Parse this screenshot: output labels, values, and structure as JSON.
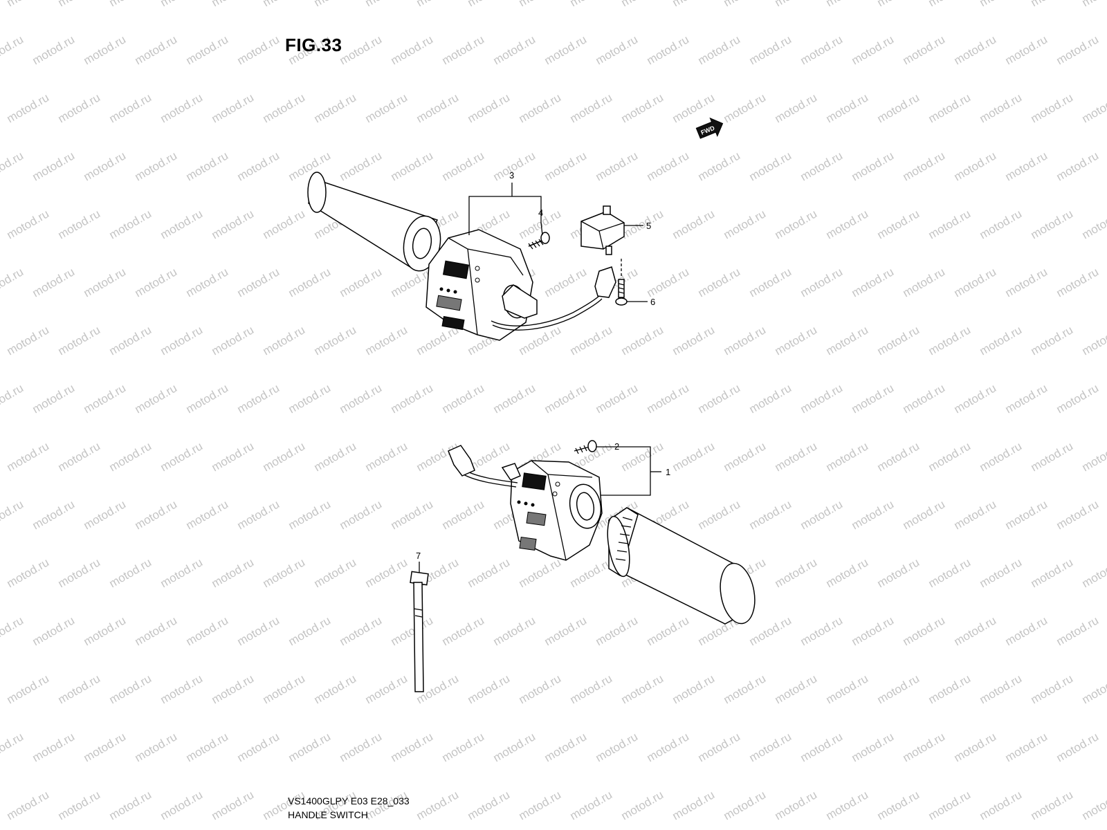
{
  "figure": {
    "title": "FIG.33"
  },
  "watermark": {
    "text": "motod.ru",
    "color": "#c4c4c4"
  },
  "fwd_arrow": {
    "label": "FWD"
  },
  "callouts": {
    "c1": "1",
    "c2": "2",
    "c3": "3",
    "c4": "4",
    "c5": "5",
    "c6": "6",
    "c7": "7"
  },
  "footer": {
    "code": "VS1400GLPY E03 E28_033",
    "name": "HANDLE SWITCH"
  }
}
